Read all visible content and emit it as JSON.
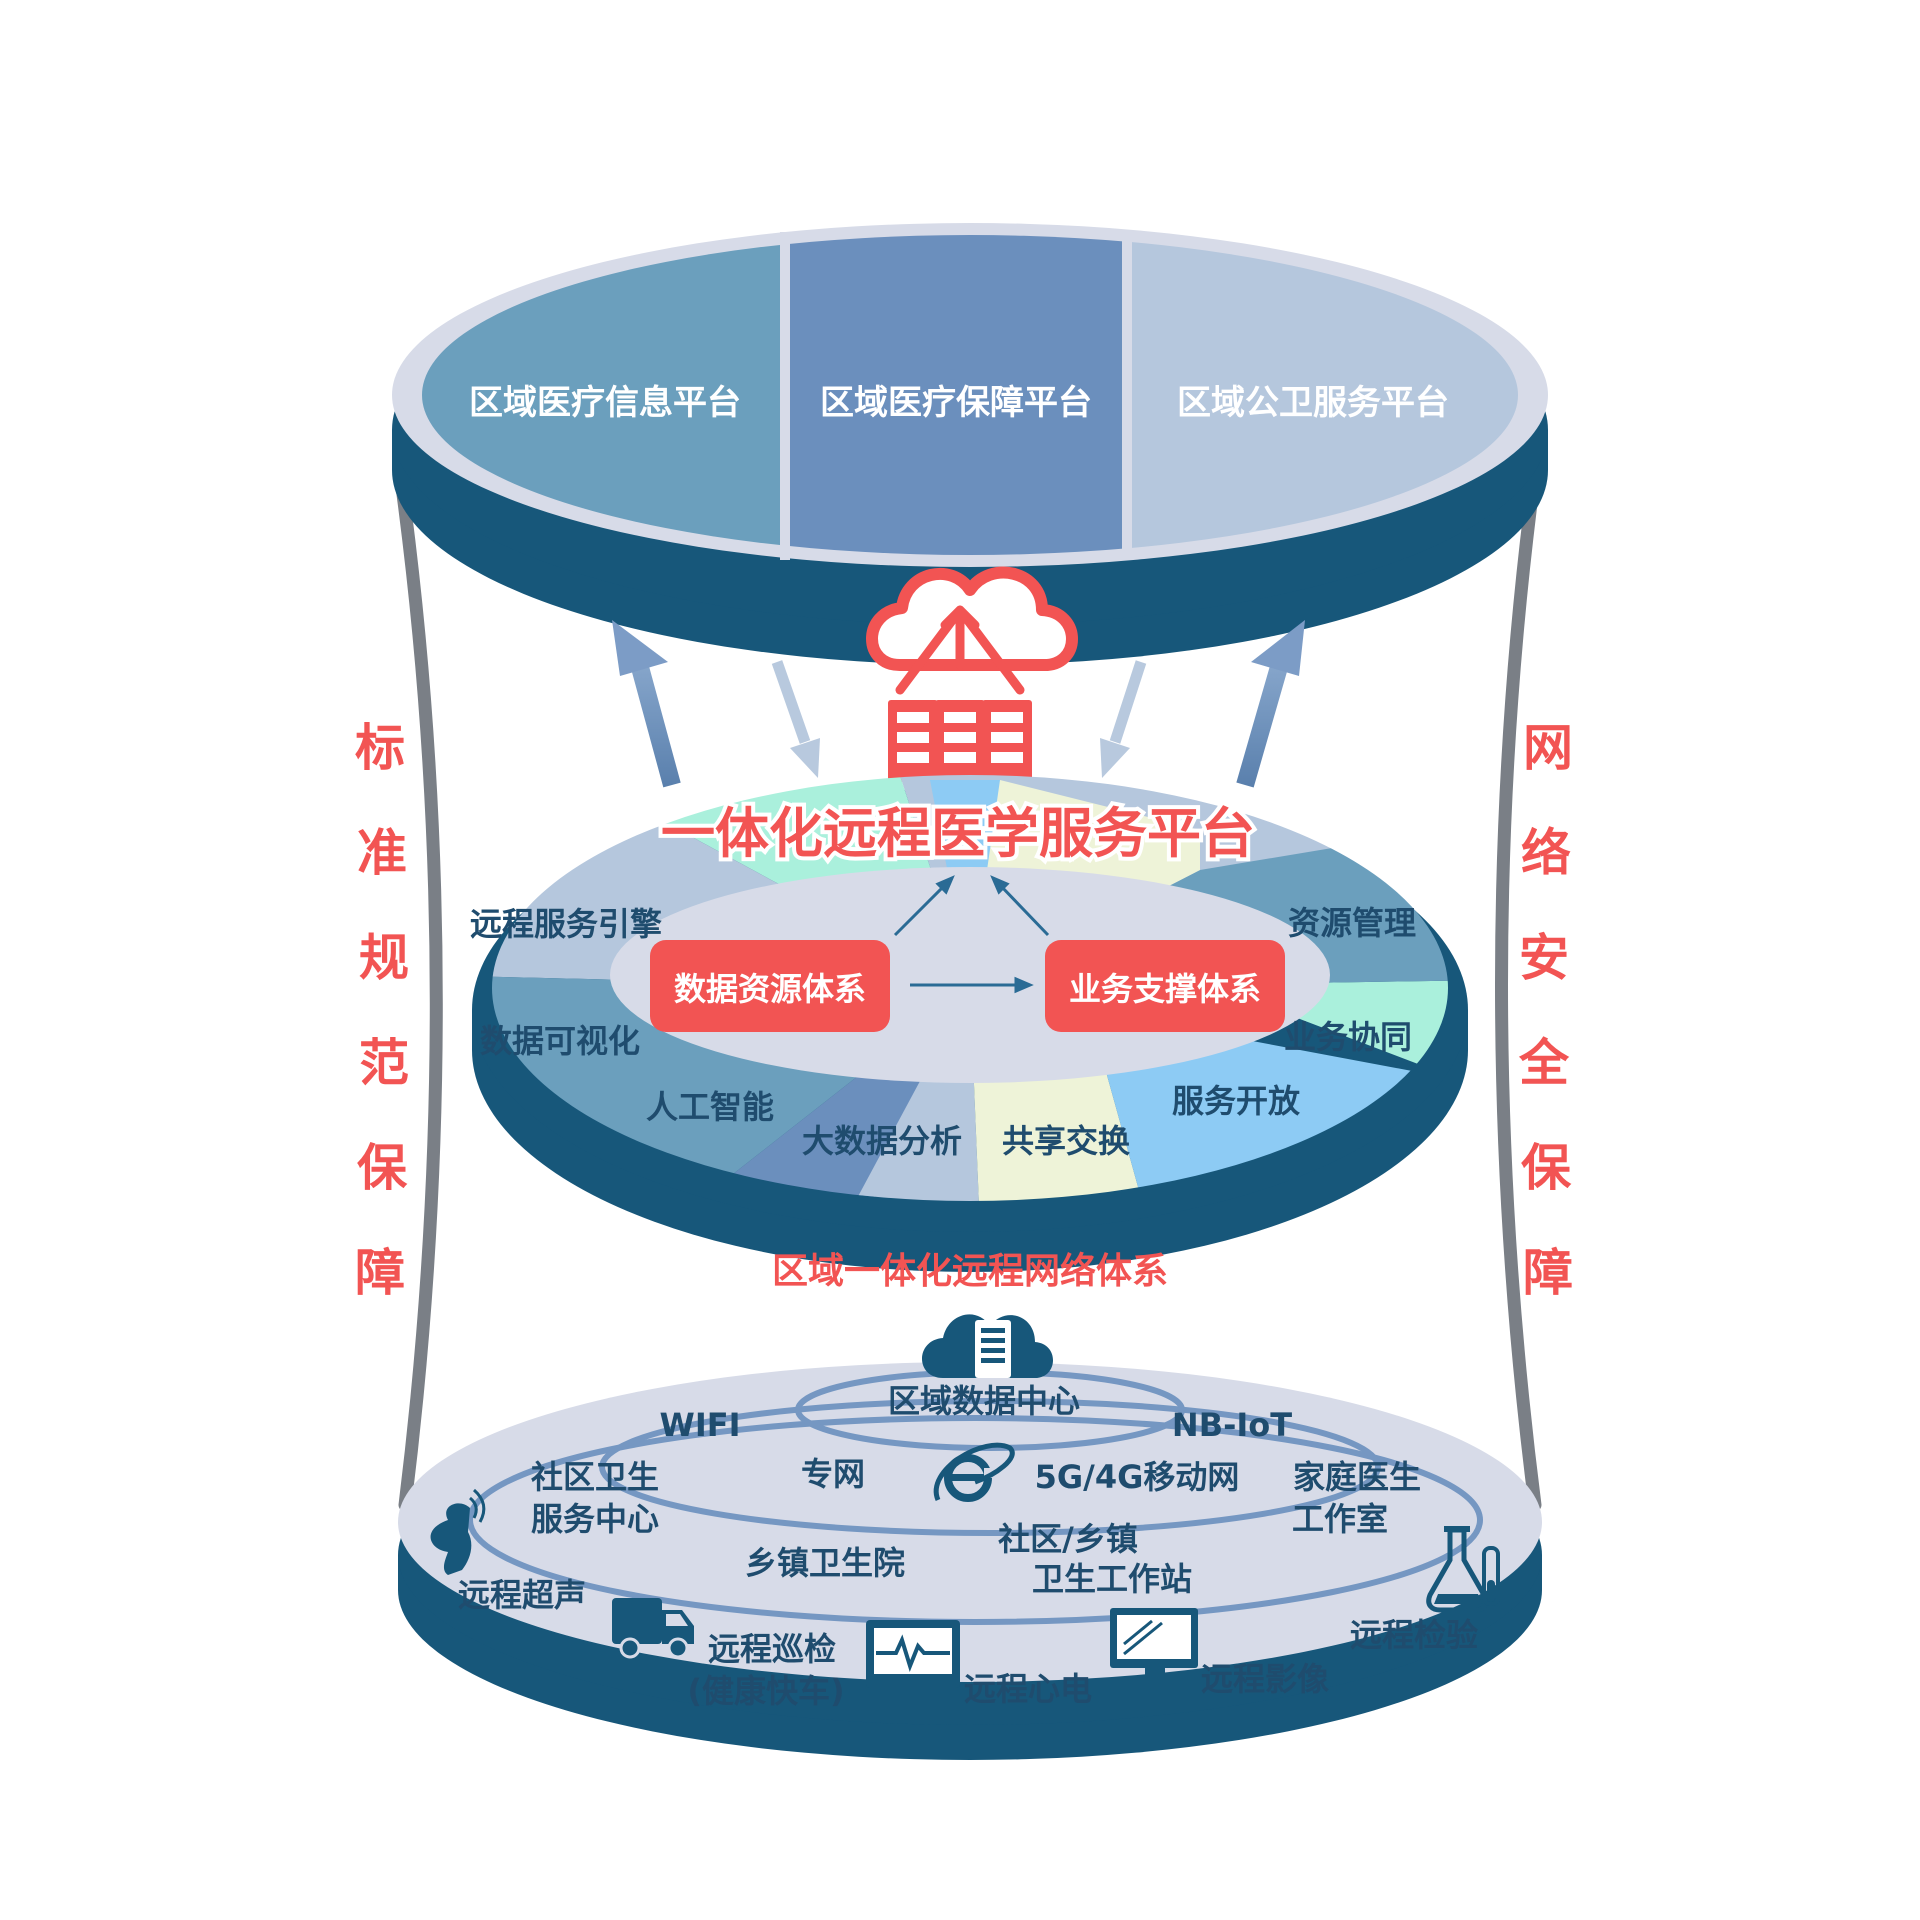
{
  "colors": {
    "navy": "#17577a",
    "red": "#f25453",
    "rail": "#7a7f86",
    "pale": "#d7dbe8",
    "textDark": "#1f4c6e"
  },
  "top_platform": {
    "sections": [
      {
        "label": "区域医疗信息平台",
        "color": "#6b9fbd"
      },
      {
        "label": "区域医疗保障平台",
        "color": "#6b8fbd"
      },
      {
        "label": "区域公卫服务平台",
        "color": "#b5c7dd"
      }
    ]
  },
  "side_labels": {
    "left": [
      "标",
      "准",
      "规",
      "范",
      "保",
      "障"
    ],
    "right": [
      "网",
      "络",
      "安",
      "全",
      "保",
      "障"
    ]
  },
  "middle_platform": {
    "title": "一体化远程医学服务平台",
    "icon": "cloud-server-icon",
    "core_boxes": [
      "数据资源体系",
      "业务支撑体系"
    ],
    "ring_items": [
      "远程服务引擎",
      "数据可视化",
      "人工智能",
      "大数据分析",
      "共享交换",
      "服务开放",
      "业务协同",
      "资源管理"
    ]
  },
  "network": {
    "title": "区域一体化远程网络体系",
    "center": "区域数据中心",
    "center_icon": "data-center-cloud-icon",
    "network_labels": [
      "WIFI",
      "专网",
      "5G/4G移动网",
      "NB-IoT"
    ],
    "network_icon": "internet-explorer-icon",
    "facilities": [
      {
        "lines": [
          "社区卫生",
          "服务中心"
        ]
      },
      {
        "lines": [
          "家庭医生",
          "工作室"
        ]
      },
      {
        "lines": [
          "乡镇卫生院"
        ]
      },
      {
        "lines": [
          "社区/乡镇",
          "卫生工作站"
        ]
      }
    ],
    "services": [
      {
        "lines": [
          "远程超声"
        ],
        "icon": "ultrasound-probe-icon"
      },
      {
        "lines": [
          "远程巡检",
          "(健康快车)"
        ],
        "icon": "truck-icon"
      },
      {
        "lines": [
          "远程心电"
        ],
        "icon": "ecg-monitor-icon"
      },
      {
        "lines": [
          "远程影像"
        ],
        "icon": "imaging-display-icon"
      },
      {
        "lines": [
          "远程检验"
        ],
        "icon": "lab-flask-icon"
      }
    ]
  }
}
